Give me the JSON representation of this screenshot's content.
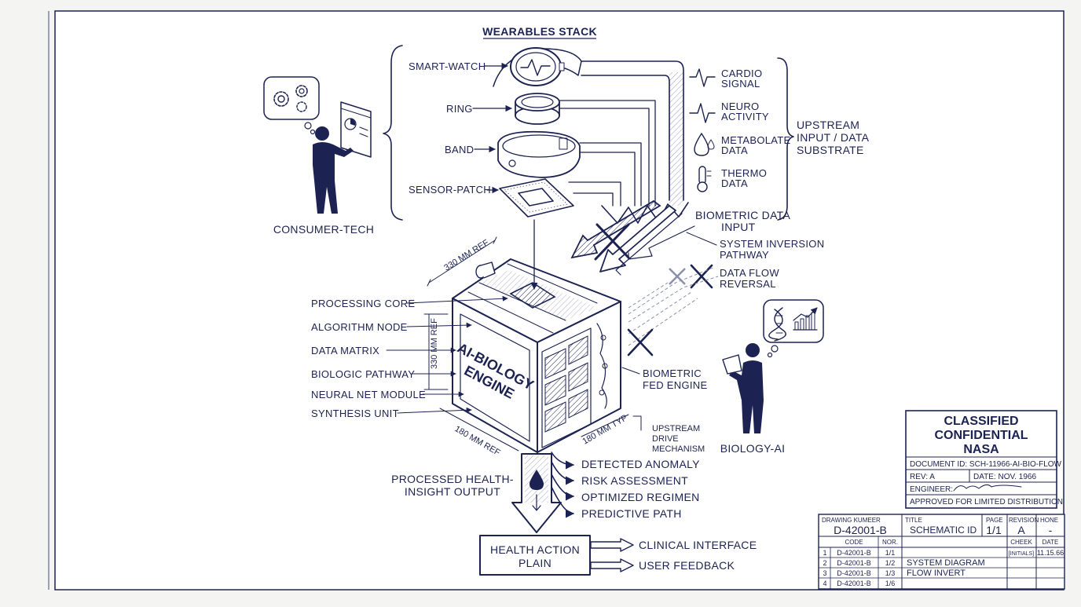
{
  "title": "WEARABLES STACK",
  "wearables": {
    "smartwatch": "SMART-WATCH",
    "ring": "RING",
    "band": "BAND",
    "sensor_patch": "SENSOR-PATCH"
  },
  "signals": {
    "cardio": [
      "CARDIO",
      "SIGNAL"
    ],
    "neuro": [
      "NEURO",
      "ACTIVITY"
    ],
    "metabolate": [
      "METABOLATE",
      "DATA"
    ],
    "thermo": [
      "THERMO",
      "DATA"
    ]
  },
  "upstream": [
    "UPSTREAM",
    "INPUT / DATA",
    "SUBSTRATE"
  ],
  "biometric_input": [
    "BIOMETRIC DATA",
    "INPUT"
  ],
  "system_inversion": [
    "SYSTEM INVERSION",
    "PATHWAY"
  ],
  "data_flow_reversal": [
    "DATA FLOW",
    "REVERSAL"
  ],
  "consumer_tech": "CONSUMER-TECH",
  "biology_ai": "BIOLOGY-AI",
  "engine": {
    "name": [
      "AI-BIOLOGY",
      "ENGINE"
    ],
    "parts": [
      "PROCESSING CORE",
      "ALGORITHM NODE",
      "DATA MATRIX",
      "BIOLOGIC PATHWAY",
      "NEURAL NET MODULE",
      "SYNTHESIS UNIT"
    ],
    "dim_top": "330 MM REF",
    "dim_side": "330 MM REF",
    "dim_bottom": "180 MM REF",
    "dim_typ": "180 MM TYP",
    "fed_engine": [
      "BIOMETRIC",
      "FED ENGINE"
    ],
    "drive": [
      "UPSTREAM",
      "DRIVE",
      "MECHANISM"
    ]
  },
  "processed_output": [
    "PROCESSED HEALTH-",
    "INSIGHT OUTPUT"
  ],
  "outputs": [
    "DETECTED ANOMALY",
    "RISK ASSESSMENT",
    "OPTIMIZED REGIMEN",
    "PREDICTIVE PATH"
  ],
  "action_plan": [
    "HEALTH ACTION",
    "PLAIN"
  ],
  "plan_outputs": [
    "CLINICAL INTERFACE",
    "USER FEEDBACK"
  ],
  "classified": {
    "heading": [
      "CLASSIFIED",
      "CONFIDENTIAL",
      "NASA"
    ],
    "document_id": "DOCUMENT ID: SCH-11966-AI-BIO-FLOW",
    "rev": "REV: A",
    "date": "DATE: NOV. 1966",
    "engineer": "ENGINEER:",
    "approved": "APPROVED FOR LIMITED DISTRIBUTION"
  },
  "title_block": {
    "drawing_number_label": "DRAWING KUMEER",
    "drawing_number": "D-42001-B",
    "title_label": "TITLE",
    "title": "SCHEMATIC ID",
    "page_label": "PAGE",
    "page": "1/1",
    "revision_label": "REVISION",
    "revision": "A",
    "hone_label": "HONE",
    "hone": "-",
    "code_label": "CODE",
    "nor_label": "NOR.",
    "check_label": "CHEEK",
    "date_label": "DATE",
    "rows": [
      {
        "n": "1",
        "code": "D-42001-B",
        "nor": "1/1",
        "desc": "",
        "check": "[INITIALS]",
        "date": "11.15.66"
      },
      {
        "n": "2",
        "code": "D-42001-B",
        "nor": "1/2",
        "desc": "SYSTEM DIAGRAM",
        "check": "",
        "date": ""
      },
      {
        "n": "3",
        "code": "D-42001-B",
        "nor": "1/3",
        "desc": "FLOW INVERT",
        "check": "",
        "date": ""
      },
      {
        "n": "4",
        "code": "D-42001-B",
        "nor": "1/6",
        "desc": "",
        "check": "",
        "date": ""
      }
    ]
  }
}
